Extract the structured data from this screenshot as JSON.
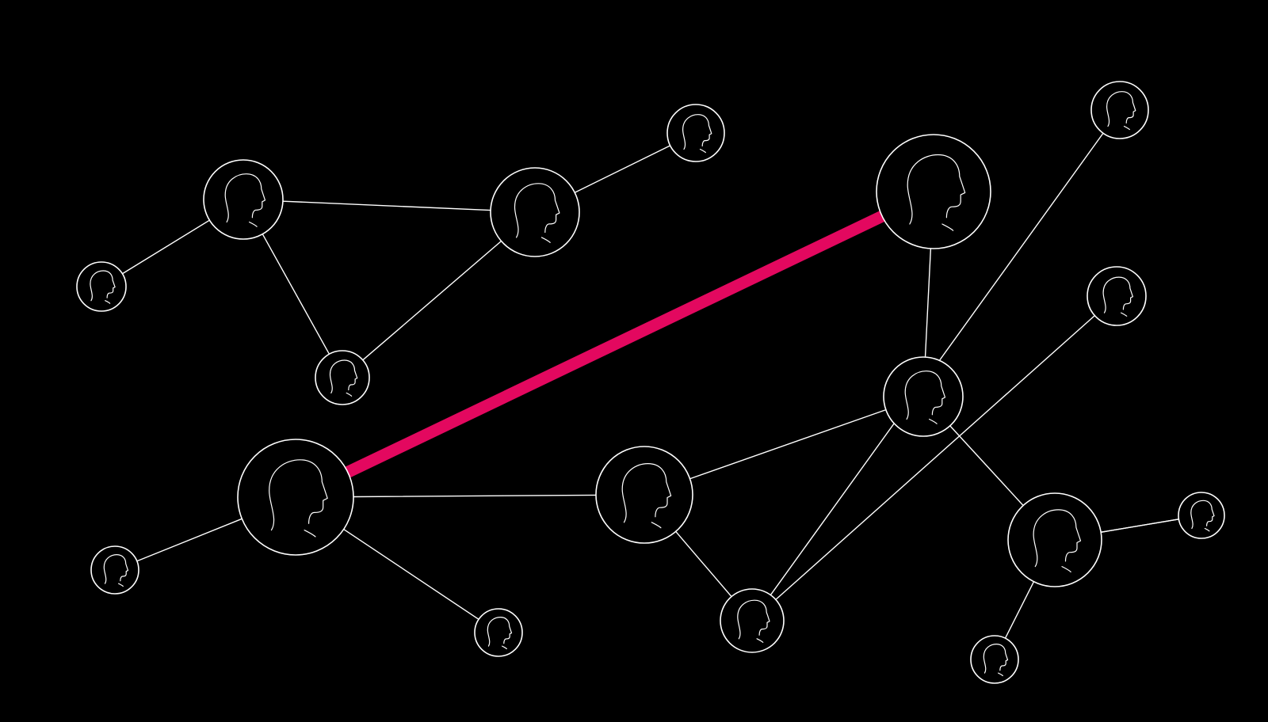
{
  "diagram": {
    "type": "social-network-graph",
    "background_color": "#000000",
    "line_color": "#ffffff",
    "highlight_color": "#e3085f",
    "nodes": [
      {
        "id": "n1",
        "icon": "person-silhouette-icon"
      },
      {
        "id": "n2",
        "icon": "person-silhouette-icon"
      },
      {
        "id": "n3",
        "icon": "person-silhouette-icon"
      },
      {
        "id": "n4",
        "icon": "person-silhouette-icon"
      },
      {
        "id": "n5",
        "icon": "person-silhouette-icon"
      },
      {
        "id": "n6",
        "icon": "person-silhouette-icon"
      },
      {
        "id": "n7",
        "icon": "person-silhouette-icon"
      },
      {
        "id": "n8",
        "icon": "person-silhouette-icon"
      },
      {
        "id": "n9",
        "icon": "person-silhouette-icon"
      },
      {
        "id": "n10",
        "icon": "person-silhouette-icon"
      },
      {
        "id": "n11",
        "icon": "person-silhouette-icon"
      },
      {
        "id": "n12",
        "icon": "person-silhouette-icon"
      },
      {
        "id": "n13",
        "icon": "person-silhouette-icon"
      },
      {
        "id": "n14",
        "icon": "person-silhouette-icon"
      },
      {
        "id": "n15",
        "icon": "person-silhouette-icon"
      },
      {
        "id": "n16",
        "icon": "person-silhouette-icon"
      },
      {
        "id": "n17",
        "icon": "person-silhouette-icon"
      },
      {
        "id": "n18",
        "icon": "person-silhouette-icon"
      }
    ],
    "edges": [
      {
        "from": "n1",
        "to": "n2"
      },
      {
        "from": "n2",
        "to": "n3"
      },
      {
        "from": "n2",
        "to": "n4"
      },
      {
        "from": "n3",
        "to": "n5"
      },
      {
        "from": "n3",
        "to": "n4"
      },
      {
        "from": "n6",
        "to": "n7"
      },
      {
        "from": "n6",
        "to": "n8"
      },
      {
        "from": "n6",
        "to": "n9"
      },
      {
        "from": "n9",
        "to": "n10"
      },
      {
        "from": "n9",
        "to": "n12"
      },
      {
        "from": "n12",
        "to": "n13"
      },
      {
        "from": "n12",
        "to": "n14"
      },
      {
        "from": "n10",
        "to": "n11"
      },
      {
        "from": "n10",
        "to": "n15"
      },
      {
        "from": "n10",
        "to": "n16"
      },
      {
        "from": "n15",
        "to": "n17"
      },
      {
        "from": "n15",
        "to": "n18"
      },
      {
        "from": "n6",
        "to": "n11",
        "highlighted": true
      }
    ]
  }
}
